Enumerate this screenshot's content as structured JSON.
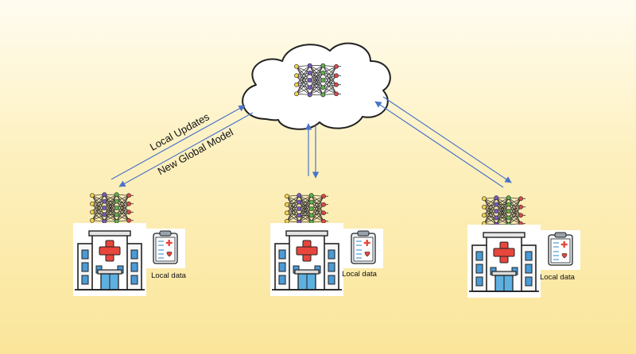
{
  "diagram": {
    "edge_labels": {
      "up": "Local Updates",
      "down": "New Global Model"
    },
    "server": {
      "icon": "cloud-icon",
      "model_icon": "neural-network-icon"
    },
    "clients": [
      {
        "icon": "hospital-icon",
        "model_icon": "neural-network-icon",
        "data_icon": "clipboard-icon",
        "data_label": "Local data"
      },
      {
        "icon": "hospital-icon",
        "model_icon": "neural-network-icon",
        "data_icon": "clipboard-icon",
        "data_label": "Local data"
      },
      {
        "icon": "hospital-icon",
        "model_icon": "neural-network-icon",
        "data_icon": "clipboard-icon",
        "data_label": "Local data"
      }
    ],
    "colors": {
      "arrow": "#4a74c9",
      "node_yellow": "#f4d24a",
      "node_purple": "#7a5bbf",
      "node_green": "#5fb34a",
      "node_red": "#d94b4b",
      "cross_red": "#e8463c",
      "window_blue": "#4a9bd6",
      "door_blue": "#5eb0e0"
    }
  }
}
